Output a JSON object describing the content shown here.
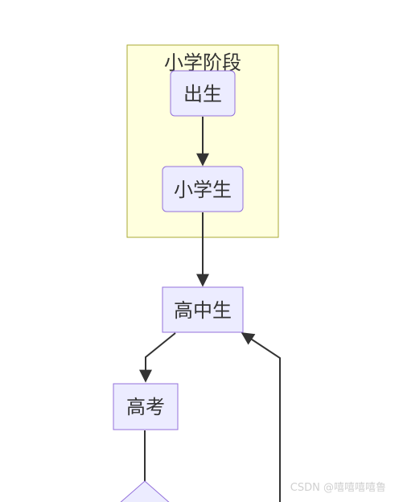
{
  "colors": {
    "subgraph_fill": "#ffffde",
    "subgraph_stroke": "#aaaa33",
    "node_fill": "#ececff",
    "node_stroke": "#9370db",
    "edge": "#333333",
    "text": "#333333"
  },
  "subgraph": {
    "title": "小学阶段"
  },
  "nodes": {
    "birth": "出生",
    "primary": "小学生",
    "high_school": "高中生",
    "exam": "高考"
  },
  "watermark": "CSDN @嘻嘻嘻嘻鲁"
}
